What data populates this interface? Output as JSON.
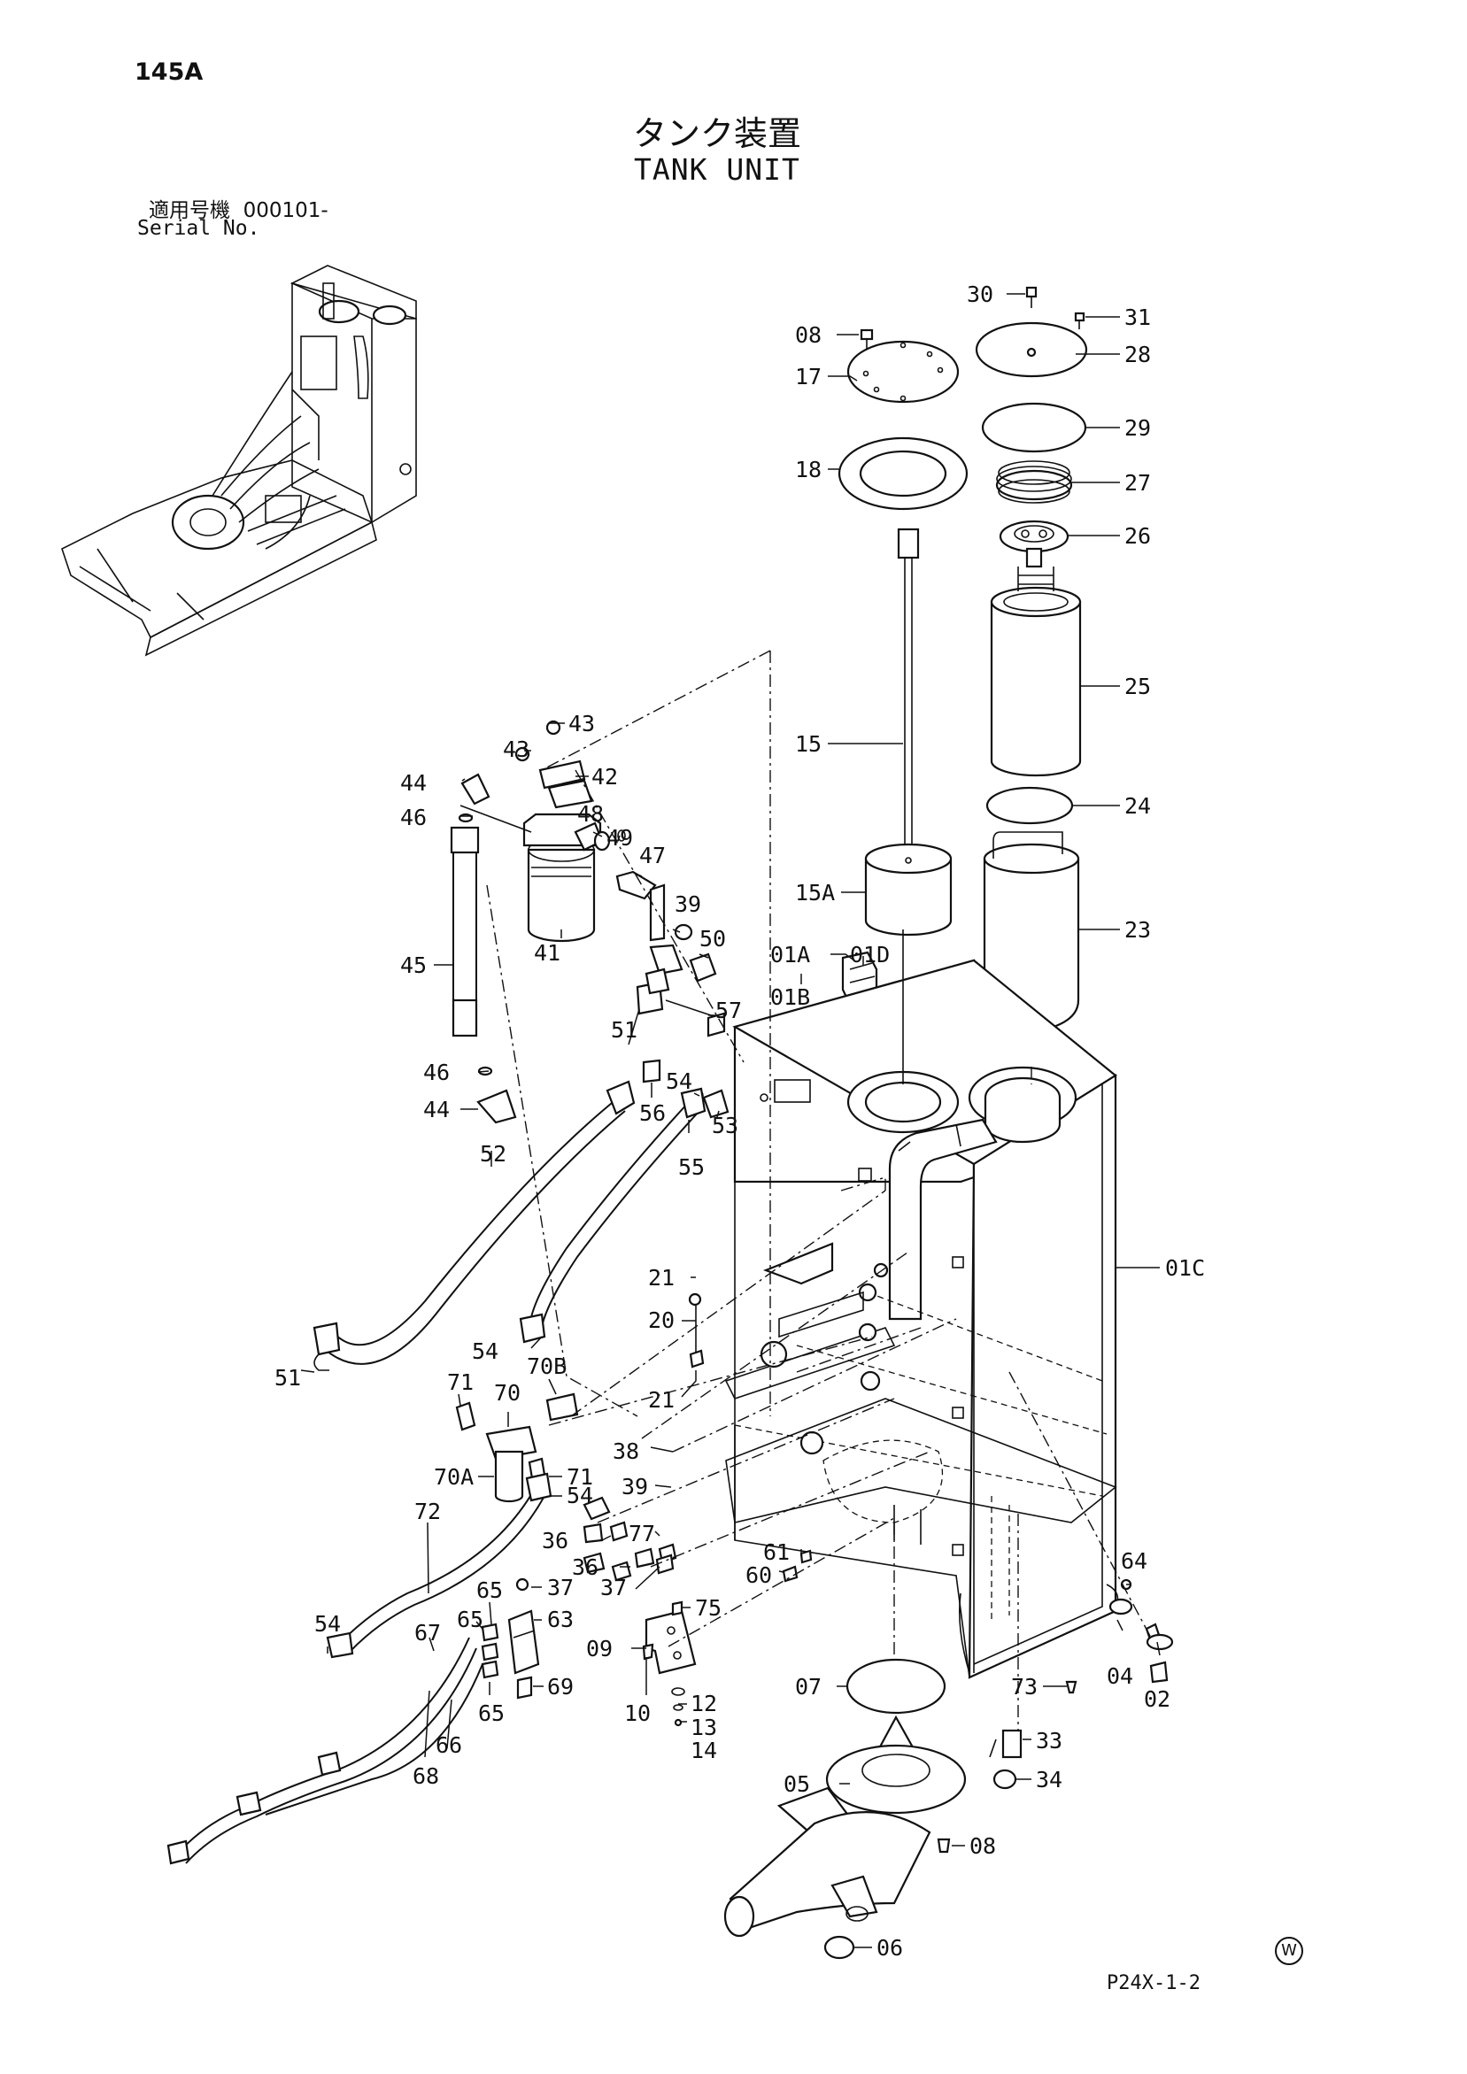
{
  "page_number": "145A",
  "title_jp": "タンク装置",
  "title_en": "TANK UNIT",
  "serial": {
    "label_jp": "適用号機",
    "range": "000101-",
    "label_en": "Serial No."
  },
  "figure_code": "P24X-1-2",
  "w_mark": "W",
  "callouts": {
    "c30": "30",
    "c31": "31",
    "c08a": "08",
    "c17": "17",
    "c28": "28",
    "c29": "29",
    "c18": "18",
    "c27": "27",
    "c26": "26",
    "c25": "25",
    "c15": "15",
    "c24": "24",
    "c15A": "15A",
    "c23": "23",
    "c01A": "01A",
    "c01D": "01D",
    "c01B": "01B",
    "c43a": "43",
    "c43b": "43",
    "c42": "42",
    "c44a": "44",
    "c46a": "46",
    "c48": "48",
    "c49": "49",
    "c47": "47",
    "c39a": "39",
    "c50": "50",
    "c41": "41",
    "c45": "45",
    "c57": "57",
    "c51a": "51",
    "c46b": "46",
    "c44b": "44",
    "c54a": "54",
    "c56": "56",
    "c53": "53",
    "c55": "55",
    "c52": "52",
    "c01C": "01C",
    "c21a": "21",
    "c20": "20",
    "c21b": "21",
    "c54b": "54",
    "c51b": "51",
    "c71a": "71",
    "c70": "70",
    "c70B": "70B",
    "c38": "38",
    "c39b": "39",
    "c70A": "70A",
    "c71b": "71",
    "c54c": "54",
    "c72": "72",
    "c36a": "36",
    "c77": "77",
    "c36b": "36",
    "c37a": "37",
    "c61": "61",
    "c60": "60",
    "c64": "64",
    "c65a": "65",
    "c37b": "37",
    "c54d": "54",
    "c65b": "65",
    "c63": "63",
    "c75": "75",
    "c67": "67",
    "c09": "09",
    "c04": "04",
    "c02": "02",
    "c07": "07",
    "c73": "73",
    "c69": "69",
    "c65c": "65",
    "c10": "10",
    "c12": "12",
    "c13": "13",
    "c14": "14",
    "c66": "66",
    "c68": "68",
    "c33": "33",
    "c34": "34",
    "c05": "05",
    "c08b": "08",
    "c06": "06"
  }
}
